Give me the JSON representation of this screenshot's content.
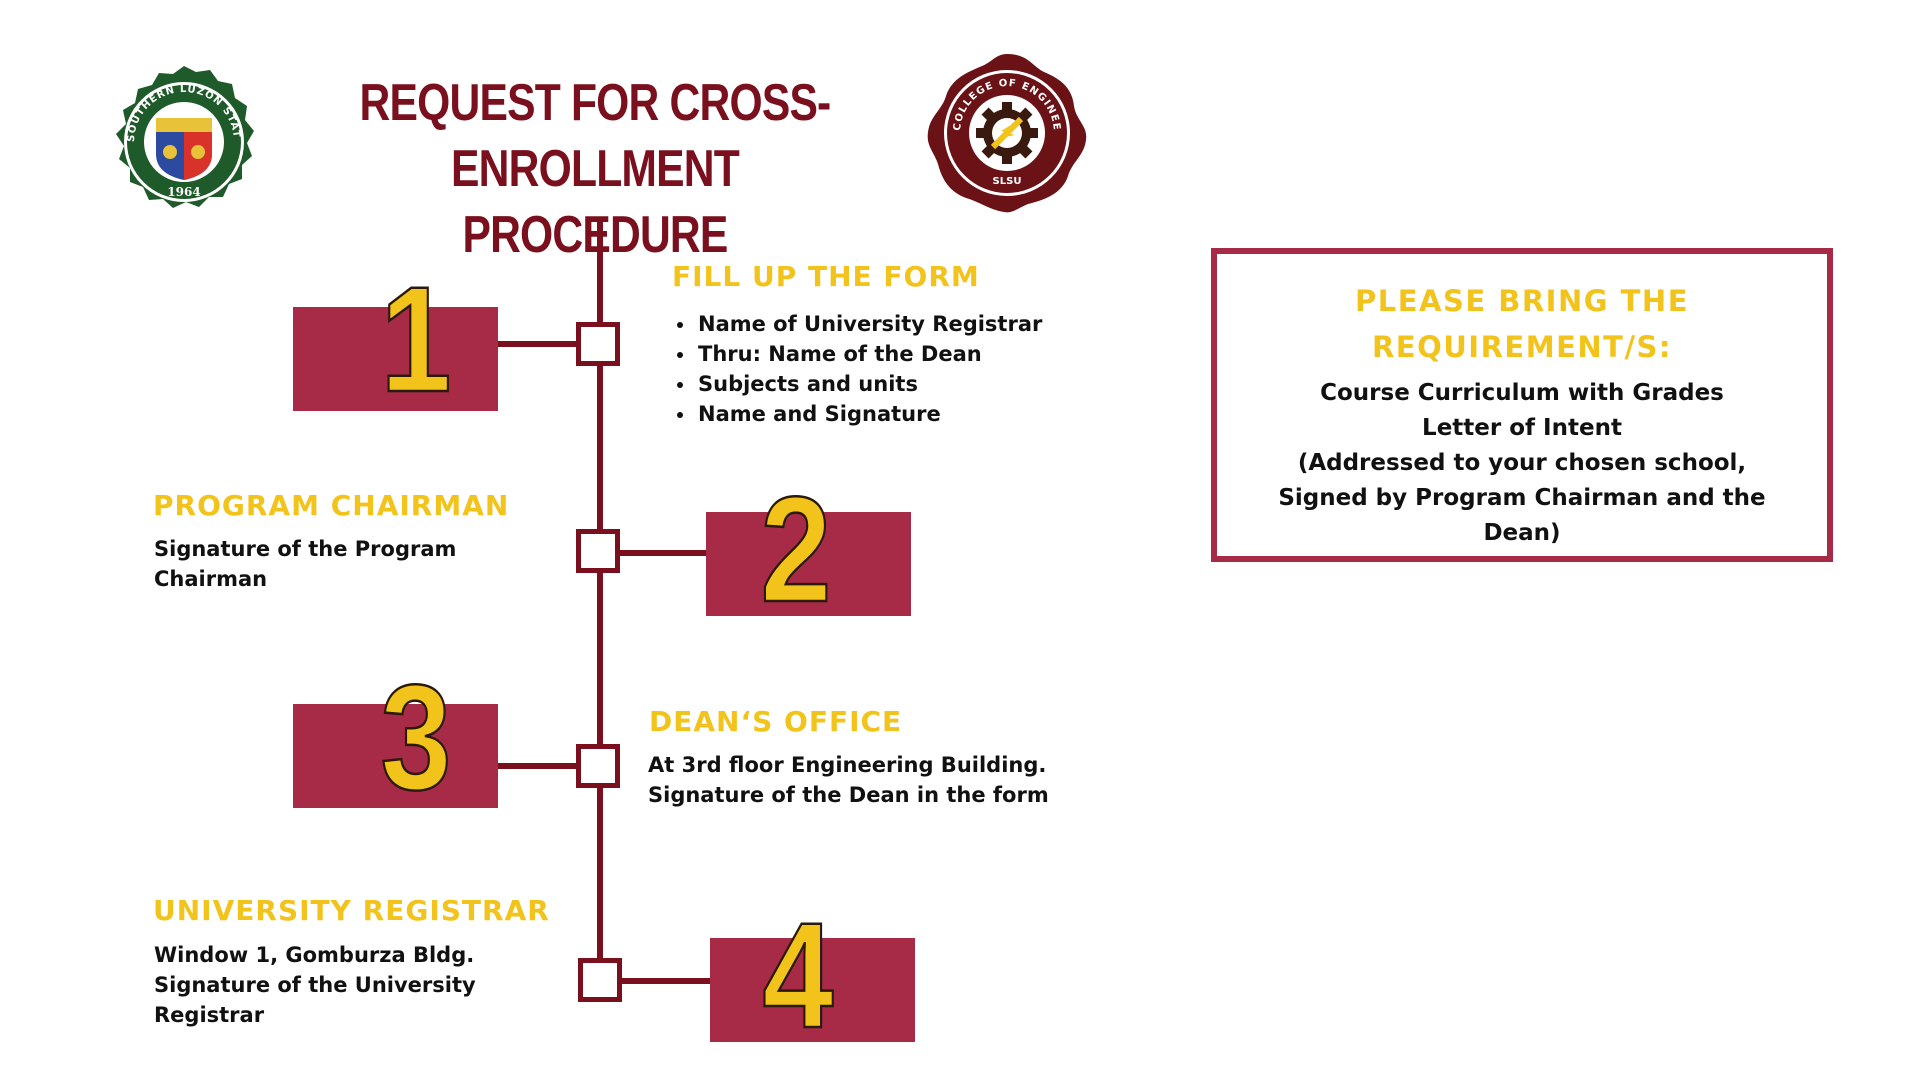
{
  "header": {
    "title_line1": "REQUEST FOR CROSS-ENROLLMENT",
    "title_line2": "PROCEDURE",
    "left_logo": {
      "icon": "slsu-seal-icon",
      "ring_text": "SOUTHERN LUZON STATE UNIVERSITY",
      "year": "1964"
    },
    "right_logo": {
      "icon": "college-of-engineering-seal-icon",
      "ring_text": "COLLEGE OF ENGINEERING",
      "bottom_text": "SLSU"
    }
  },
  "steps": [
    {
      "number": "1",
      "title": "FILL UP THE FORM",
      "items": [
        "Name of University Registrar",
        "Thru: Name of the Dean",
        "Subjects and units",
        "Name and Signature"
      ]
    },
    {
      "number": "2",
      "title": "PROGRAM CHAIRMAN",
      "line1": "Signature of the Program",
      "line2": "Chairman"
    },
    {
      "number": "3",
      "title": "DEAN‘S OFFICE",
      "line1": "At 3rd floor Engineering Building.",
      "line2": "Signature of the Dean in the form"
    },
    {
      "number": "4",
      "title": "UNIVERSITY REGISTRAR",
      "line1": "Window 1, Gomburza Bldg.",
      "line2": "Signature of the University",
      "line3": "Registrar"
    }
  ],
  "requirements": {
    "title_line1": "PLEASE BRING THE",
    "title_line2": "REQUIREMENT/S:",
    "lines": [
      "Course Curriculum with Grades",
      "Letter of Intent",
      "(Addressed to your chosen school,",
      "Signed by Program Chairman and the",
      "Dean)"
    ]
  },
  "colors": {
    "maroon": "#7a0f1e",
    "crimson": "#a72a47",
    "gold": "#f2c31b",
    "text": "#111111",
    "seal_green": "#1f5a2a"
  }
}
